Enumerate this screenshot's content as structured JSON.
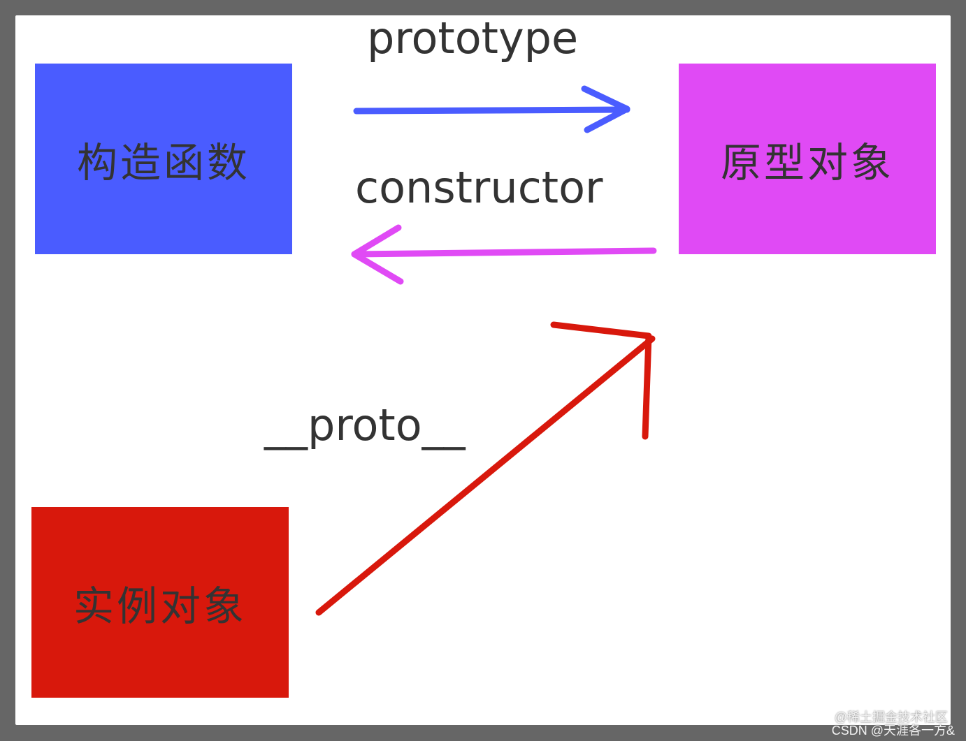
{
  "diagram": {
    "nodes": {
      "constructor_box": {
        "label": "构造函数",
        "color": "#4a5cff"
      },
      "prototype_box": {
        "label": "原型对象",
        "color": "#e04af5"
      },
      "instance_box": {
        "label": "实例对象",
        "color": "#d8180c"
      }
    },
    "edges": {
      "prototype_edge": {
        "label": "prototype",
        "from": "构造函数",
        "to": "原型对象",
        "color": "#4a5cff"
      },
      "constructor_edge": {
        "label": "constructor",
        "from": "原型对象",
        "to": "构造函数",
        "color": "#e04af5"
      },
      "proto_edge": {
        "label": "__proto__",
        "from": "实例对象",
        "to": "原型对象",
        "color": "#d8180c"
      }
    }
  },
  "watermark": {
    "line1": "@稀土掘金技术社区",
    "line2": "CSDN @天涯各一方&"
  }
}
